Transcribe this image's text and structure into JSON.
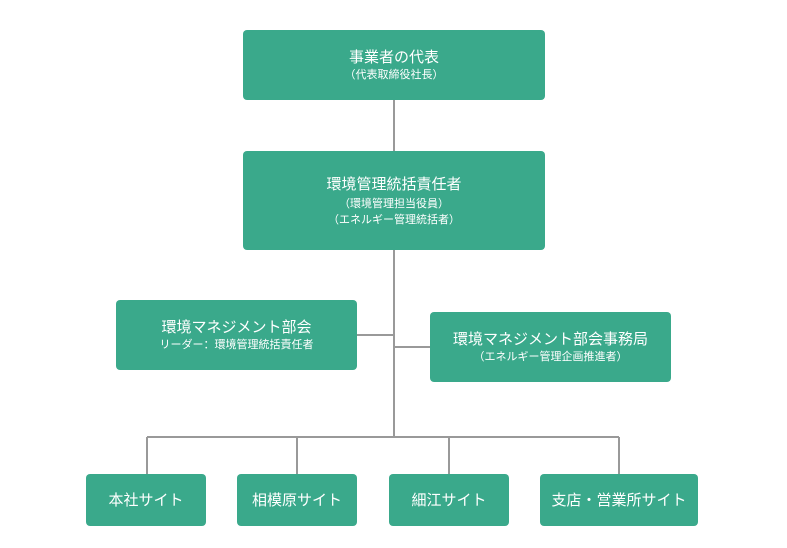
{
  "diagram": {
    "representative": {
      "title": "事業者の代表",
      "sub1": "（代表取締役社長）"
    },
    "manager": {
      "title": "環境管理統括責任者",
      "sub1": "（環境管理担当役員）",
      "sub2": "（エネルギー管理統括者）"
    },
    "committee": {
      "title": "環境マネジメント部会",
      "sub1": "リーダー：環境管理統括責任者"
    },
    "secretariat": {
      "title": "環境マネジメント部会事務局",
      "sub1": "（エネルギー管理企画推進者）"
    },
    "sites": [
      {
        "label": "本社サイト"
      },
      {
        "label": "相模原サイト"
      },
      {
        "label": "細江サイト"
      },
      {
        "label": "支店・営業所サイト"
      }
    ],
    "colors": {
      "box": "#3aa98b",
      "line": "#999999",
      "text": "#ffffff"
    }
  }
}
